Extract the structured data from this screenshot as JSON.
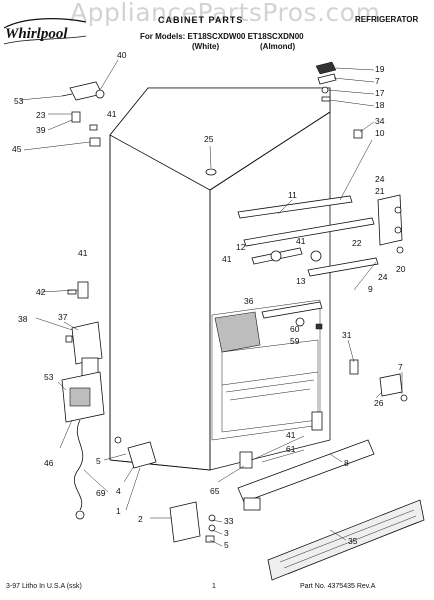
{
  "watermark": "AppliancePartsPros.com",
  "brand": {
    "name": "Whirlpool"
  },
  "header": {
    "title": "CABINET PARTS",
    "part_numbers": "For Models: ET18SCXDW00 ET18SCXDN00",
    "color_white": "(White)",
    "color_almond": "(Almond)",
    "category": "REFRIGERATOR"
  },
  "callouts": [
    "40",
    "53",
    "23",
    "39",
    "41",
    "45",
    "19",
    "7",
    "17",
    "18",
    "34",
    "10",
    "25",
    "11",
    "24",
    "21",
    "12",
    "41",
    "22",
    "13",
    "41",
    "20",
    "24",
    "9",
    "36",
    "42",
    "38",
    "37",
    "41",
    "60",
    "59",
    "31",
    "53",
    "7",
    "26",
    "46",
    "5",
    "41",
    "61",
    "8",
    "4",
    "69",
    "65",
    "1",
    "2",
    "33",
    "3",
    "5",
    "35"
  ],
  "footer": {
    "left": "3-97 Litho In U.S.A (ssk)",
    "page": "1",
    "right": "Part No. 4375435   Rev.A"
  }
}
